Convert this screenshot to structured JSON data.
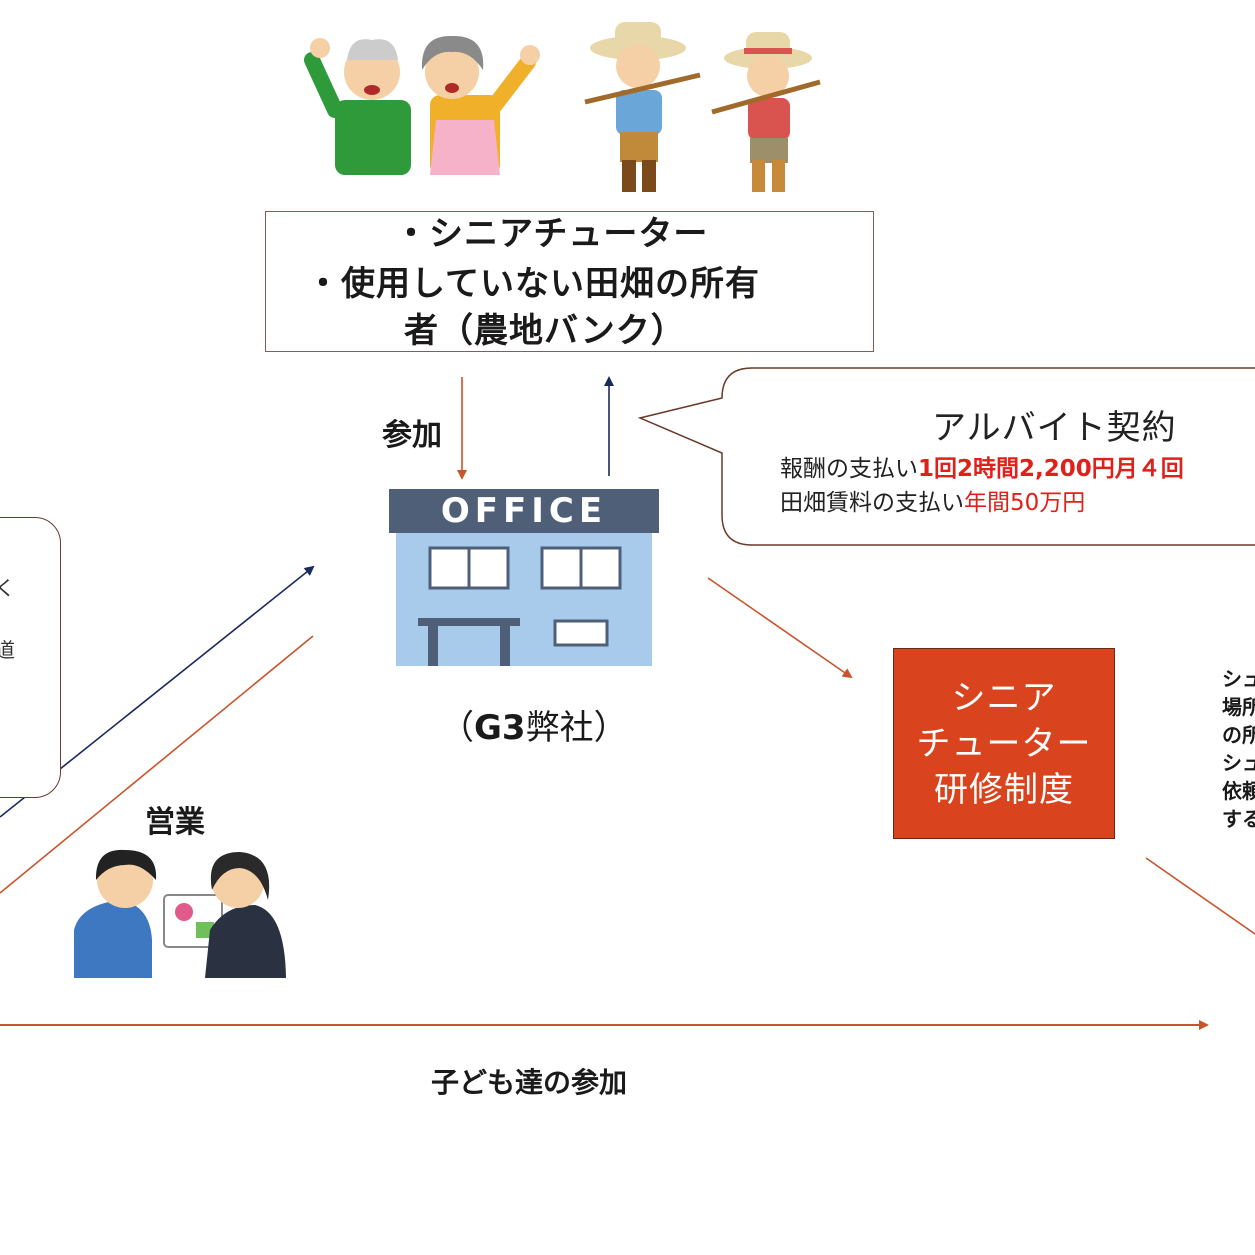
{
  "participants_box": {
    "line1": "・シニアチューター",
    "line2": "・使用していない田畑の所有",
    "line3": "者（農地バンク）"
  },
  "join_label": "参加",
  "contract": {
    "title": "アルバイト契約",
    "pay_prefix": "報酬の支払い",
    "pay_detail": "1回2時間2,200円月４回",
    "rent_prefix": "田畑賃料の支払い",
    "rent_detail": "年間50万円"
  },
  "office_sign": "OFFICE",
  "company": {
    "open": "（",
    "code": "G3",
    "name": "弊社",
    "close": "）"
  },
  "training_box": {
    "line1": "シニア",
    "line2": "チューター",
    "line3": "研修制度"
  },
  "sales_label": "営業",
  "children_label": "子ども達の参加",
  "right_fragments": [
    "シュ",
    "場所",
    "の所",
    "シュ",
    "依頼",
    "する"
  ],
  "left_fragments": [
    "く",
    "道"
  ],
  "colors": {
    "arrow_orange": "#c8542b",
    "arrow_navy": "#1b2a5e",
    "box_orange": "#d9441f",
    "red_text": "#e0201b"
  }
}
